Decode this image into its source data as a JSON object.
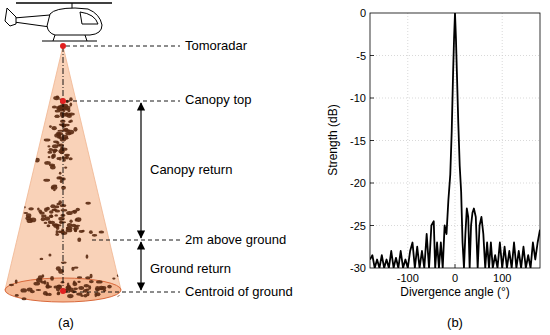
{
  "diagram": {
    "labels": [
      "Tomoradar",
      "Canopy top",
      "Canopy return",
      "2m above ground",
      "Ground return",
      "Centroid of ground",
      "(a)",
      "0",
      "-5",
      "-10",
      "-15",
      "-20",
      "-25",
      "-30",
      "-100",
      "0",
      "100",
      "Strength (dB)",
      "Divergence angle (°)",
      "(b)"
    ]
  }
}
